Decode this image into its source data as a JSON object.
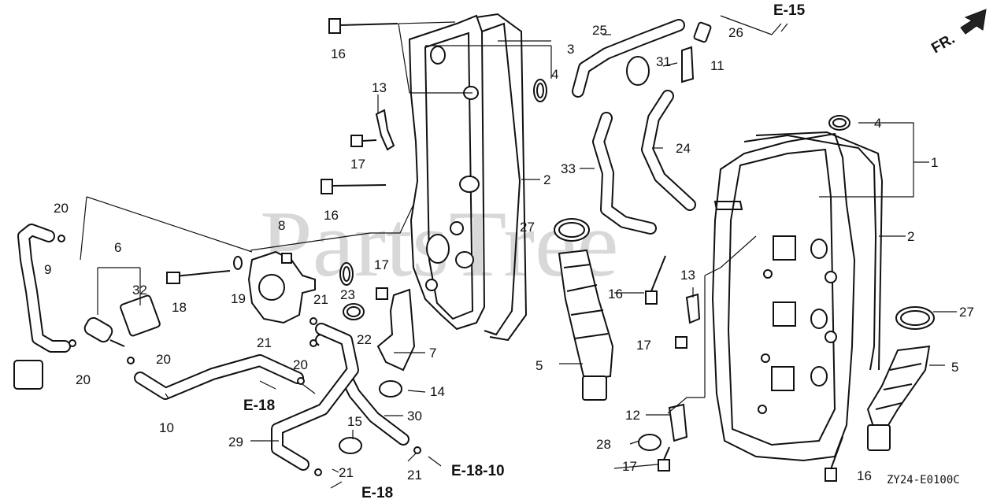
{
  "watermark": "PartsTree",
  "direction_label": "FR.",
  "diagram_code": "ZY24-E0100C",
  "references": {
    "e15": "E-15",
    "e18_left": "E-18",
    "e18_bottom": "E-18",
    "e18_10": "E-18-10"
  },
  "callouts": {
    "c1": "1",
    "c2a": "2",
    "c2b": "2",
    "c3": "3",
    "c4a": "4",
    "c4b": "4",
    "c5a": "5",
    "c5b": "5",
    "c6": "6",
    "c7": "7",
    "c8": "8",
    "c9": "9",
    "c10": "10",
    "c11": "11",
    "c12": "12",
    "c13a": "13",
    "c13b": "13",
    "c14": "14",
    "c15": "15",
    "c16a": "16",
    "c16b": "16",
    "c16c": "16",
    "c16d": "16",
    "c17a": "17",
    "c17b": "17",
    "c17c": "17",
    "c17d": "17",
    "c18": "18",
    "c19": "19",
    "c20a": "20",
    "c20b": "20",
    "c20c": "20",
    "c20d": "20",
    "c21a": "21",
    "c21b": "21",
    "c21c": "21",
    "c21d": "21",
    "c22": "22",
    "c23": "23",
    "c24": "24",
    "c25": "25",
    "c26": "26",
    "c27a": "27",
    "c27b": "27",
    "c28": "28",
    "c29": "29",
    "c30": "30",
    "c31": "31",
    "c32": "32",
    "c33": "33"
  }
}
